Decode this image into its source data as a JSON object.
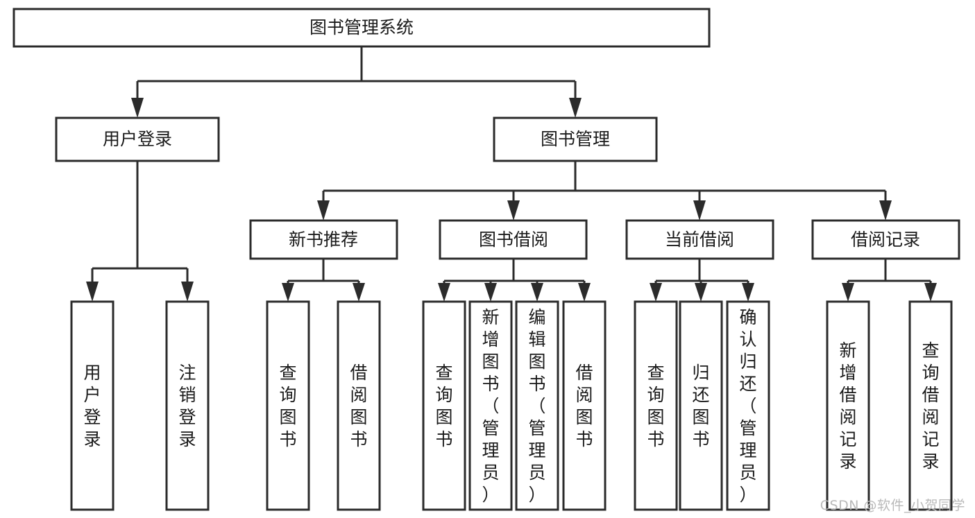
{
  "diagram": {
    "title_node": {
      "label": "图书管理系统"
    },
    "level2": [
      {
        "label": "用户登录"
      },
      {
        "label": "图书管理"
      }
    ],
    "level3": [
      {
        "label": "新书推荐"
      },
      {
        "label": "图书借阅"
      },
      {
        "label": "当前借阅"
      },
      {
        "label": "借阅记录"
      }
    ],
    "leaves": {
      "user_login": [
        {
          "label": "用户登录"
        },
        {
          "label": "注销登录"
        }
      ],
      "new_book_recommend": [
        {
          "label": "查询图书"
        },
        {
          "label": "借阅图书"
        }
      ],
      "book_borrow": [
        {
          "label": "查询图书"
        },
        {
          "label": "新增图书（管理员）"
        },
        {
          "label": "编辑图书（管理员）"
        },
        {
          "label": "借阅图书"
        }
      ],
      "current_borrow": [
        {
          "label": "查询图书"
        },
        {
          "label": "归还图书"
        },
        {
          "label": "确认归还（管理员）"
        }
      ],
      "borrow_record": [
        {
          "label": "新增借阅记录"
        },
        {
          "label": "查询借阅记录"
        }
      ]
    }
  },
  "watermark": {
    "text": "CSDN @软件_小贺同学"
  },
  "colors": {
    "box_stroke": "#2b2b2b",
    "box_fill": "#ffffff",
    "text": "#1a1a1a",
    "watermark": "#b9b9b9"
  }
}
